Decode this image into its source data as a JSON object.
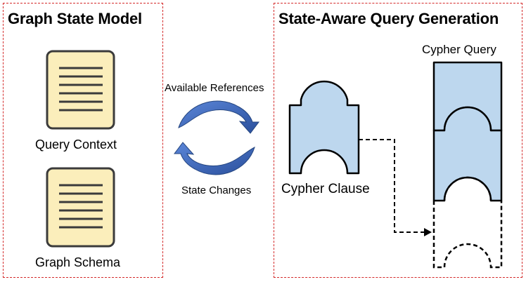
{
  "left_panel": {
    "title": "Graph State Model",
    "items": [
      {
        "label": "Query Context",
        "icon": "document-icon"
      },
      {
        "label": "Graph Schema",
        "icon": "document-icon"
      }
    ]
  },
  "middle": {
    "top_label": "Available References",
    "bottom_label": "State Changes",
    "icon": "cycle-arrows-icon"
  },
  "right_panel": {
    "title": "State-Aware Query Generation",
    "clause_label": "Cypher Clause",
    "query_label": "Cypher Query"
  },
  "colors": {
    "panel_border": "#d42a2a",
    "document_fill": "#fbeebb",
    "document_line": "#3b3b3b",
    "arrow_blue": "#3a63b8",
    "puzzle_fill": "#bdd7ee"
  }
}
